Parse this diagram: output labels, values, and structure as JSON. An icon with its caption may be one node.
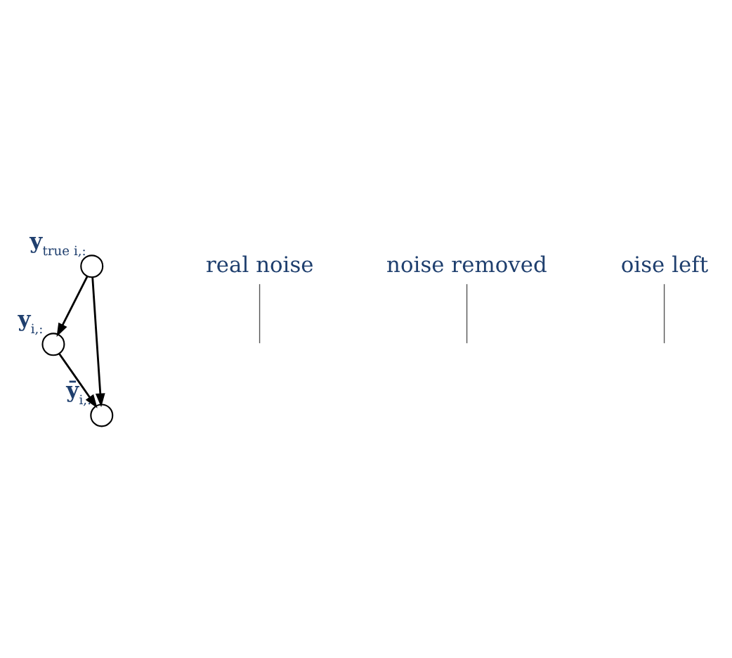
{
  "diagram": {
    "nodes": [
      {
        "text": [],
        "shape": "circle",
        "beside": [
          "y$_{i,:}$"
        ]
      },
      {
        "text": [
          "real noise"
        ]
      },
      {
        "text": [
          "noise removed"
        ]
      },
      {
        "text": [],
        "shape": "circle",
        "beside": [
          "y$_{true i,:}$"
        ]
      },
      {
        "text": [],
        "shape": "circle",
        "beside": [
          "ȳ$_{i,:}$"
        ]
      },
      {
        "text": [
          "oise left"
        ]
      }
    ],
    "edges": [
      {
        "from": 3,
        "to": 0,
        "arrow": "to"
      },
      {
        "from": 0,
        "to": 4,
        "arrow": "to"
      },
      {
        "from": 3,
        "to": 4,
        "arrow": "to"
      },
      {
        "from": 1,
        "to": null,
        "arrow": "none"
      },
      {
        "from": 2,
        "to": null,
        "arrow": "none"
      },
      {
        "from": 5,
        "to": null,
        "arrow": "none"
      }
    ]
  }
}
